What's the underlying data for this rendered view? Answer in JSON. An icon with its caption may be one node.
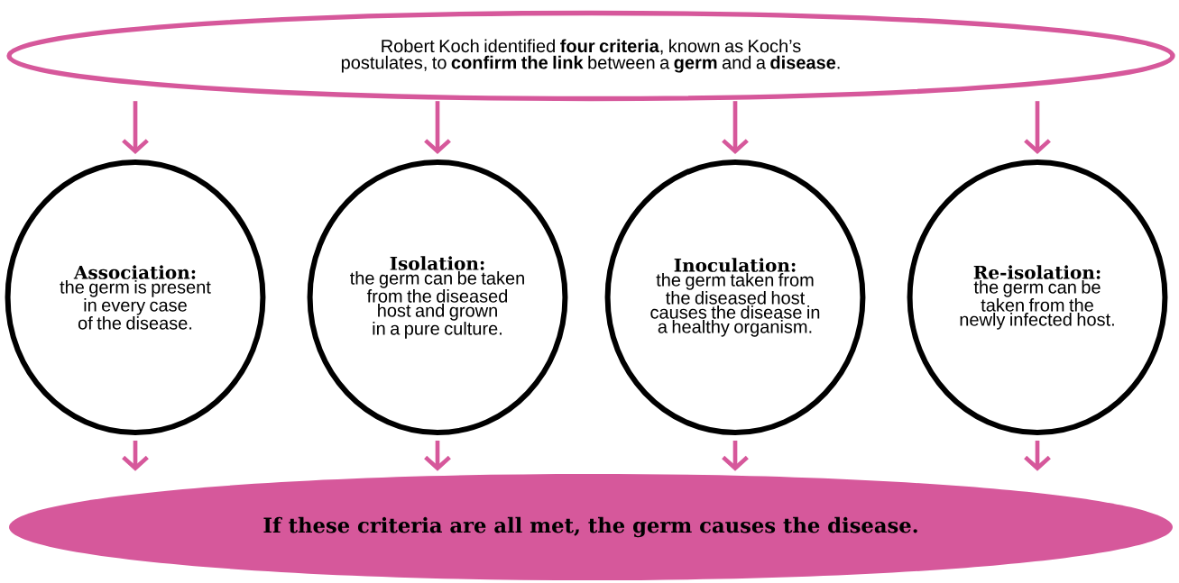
{
  "diagram": {
    "nodes": [
      {
        "text": [
          "Robert Koch identified **four criteria**, known as Koch’s postulates, to **confirm the link** between a **germ** and a **disease**."
        ]
      },
      {
        "text": [
          "Association:",
          "the germ is present in every case of the disease."
        ]
      },
      {
        "text": [
          "Isolation:",
          "the germ can be taken from the diseased host and grown in a pure culture."
        ]
      },
      {
        "text": [
          "Inoculation:",
          "the germ taken from the diseased host causes the disease in a healthy organism."
        ]
      },
      {
        "text": [
          "Re-isolation:",
          "the germ can be taken from the newly infected host."
        ]
      },
      {
        "text": [
          "If these criteria are all met, the germ causes the disease."
        ]
      }
    ],
    "edges": [
      {
        "from": 0,
        "to": 1,
        "arrow": "to"
      },
      {
        "from": 0,
        "to": 2,
        "arrow": "to"
      },
      {
        "from": 0,
        "to": 3,
        "arrow": "to"
      },
      {
        "from": 0,
        "to": 4,
        "arrow": "to"
      },
      {
        "from": 1,
        "to": 5,
        "arrow": "to"
      },
      {
        "from": 2,
        "to": 5,
        "arrow": "to"
      },
      {
        "from": 3,
        "to": 5,
        "arrow": "to"
      },
      {
        "from": 4,
        "to": 5,
        "arrow": "to"
      }
    ]
  }
}
